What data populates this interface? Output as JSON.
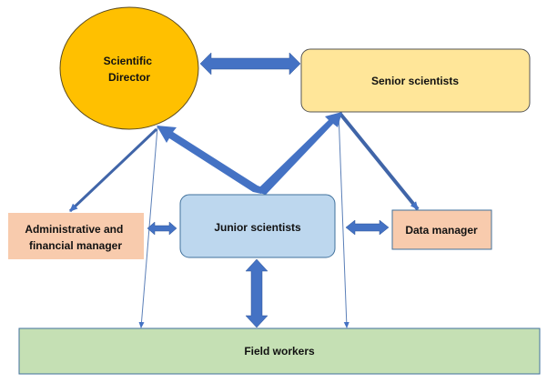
{
  "diagram": {
    "nodes": {
      "scientific_director": {
        "lines": [
          "Scientific",
          "Director"
        ],
        "fill": "#FFC000",
        "stroke": "#5a4a20"
      },
      "senior_scientists": {
        "lines": [
          "Senior scientists"
        ],
        "fill": "#FFE699",
        "stroke": "#555555"
      },
      "junior_scientists": {
        "lines": [
          "Junior scientists"
        ],
        "fill": "#BDD7EE",
        "stroke": "#41719C"
      },
      "admin_financial_manager": {
        "lines": [
          "Administrative and",
          "financial manager"
        ],
        "fill": "#F8CBAD",
        "stroke": "#F8CBAD"
      },
      "data_manager": {
        "lines": [
          "Data manager"
        ],
        "fill": "#F8CBAD",
        "stroke": "#41719C"
      },
      "field_workers": {
        "lines": [
          "Field workers"
        ],
        "fill": "#C5E0B4",
        "stroke": "#41719C"
      }
    },
    "arrow_color": "#4472C4",
    "connections": [
      {
        "from": "scientific_director",
        "to": "senior_scientists",
        "type": "double-block"
      },
      {
        "from": "junior_scientists",
        "to": "scientific_director",
        "type": "thick-single"
      },
      {
        "from": "junior_scientists",
        "to": "senior_scientists",
        "type": "thick-single"
      },
      {
        "from": "senior_scientists",
        "to": "data_manager",
        "type": "medium-single"
      },
      {
        "from": "scientific_director",
        "to": "admin_financial_manager",
        "type": "medium-single"
      },
      {
        "from": "admin_financial_manager",
        "to": "junior_scientists",
        "type": "double-block"
      },
      {
        "from": "junior_scientists",
        "to": "data_manager",
        "type": "double-block"
      },
      {
        "from": "junior_scientists",
        "to": "field_workers",
        "type": "double-block"
      },
      {
        "from": "scientific_director",
        "to": "field_workers",
        "type": "thin-single"
      },
      {
        "from": "senior_scientists",
        "to": "field_workers",
        "type": "thin-single"
      }
    ]
  }
}
